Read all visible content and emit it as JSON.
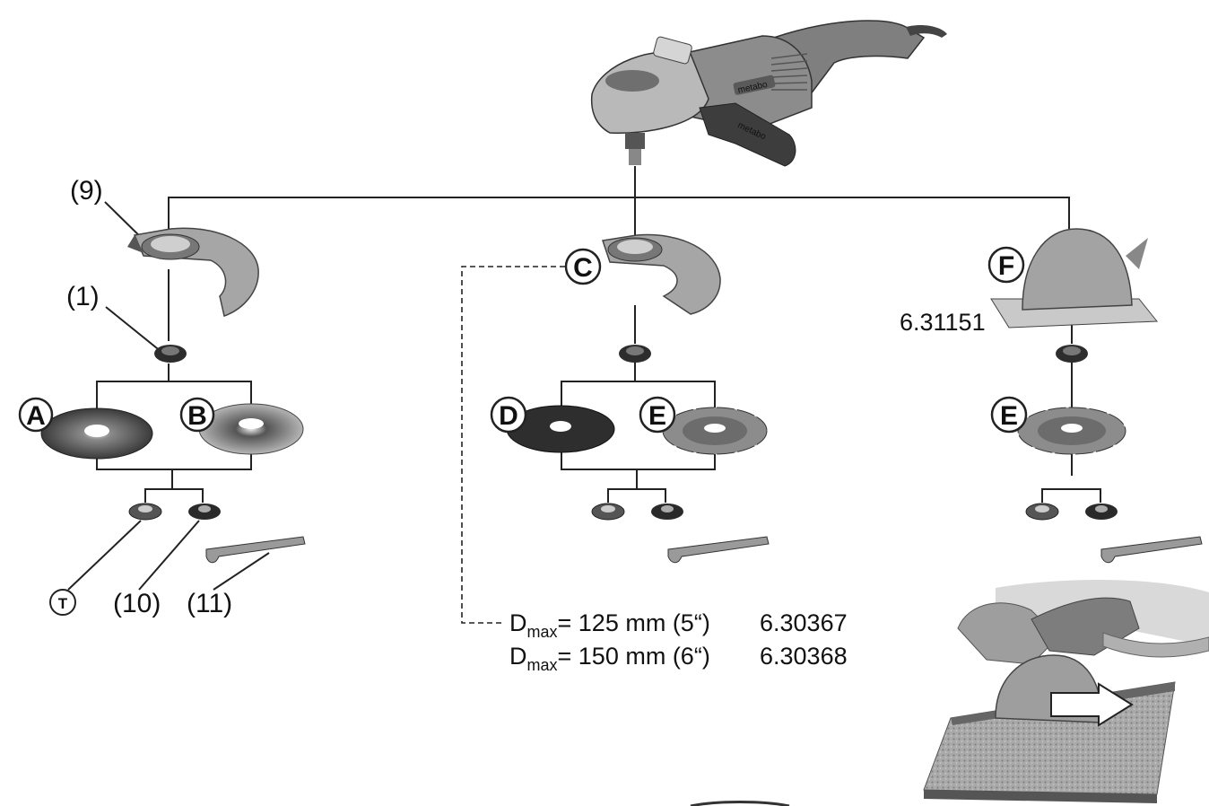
{
  "callouts": {
    "guard_label": "(9)",
    "flange_label": "(1)",
    "nut_label": "(10)",
    "wrench_label": "(11)",
    "t_label": "T"
  },
  "letters": {
    "a": "A",
    "b": "B",
    "c": "C",
    "d": "D",
    "e1": "E",
    "e2": "E",
    "f": "F"
  },
  "part_numbers": {
    "cutting_hood": "6.31151"
  },
  "specs": [
    {
      "prefix": "D",
      "sub": "max",
      "text": "= 125 mm (5“)",
      "code": "6.30367"
    },
    {
      "prefix": "D",
      "sub": "max",
      "text": "= 150 mm (6“)",
      "code": "6.30368"
    }
  ],
  "brand_on_tool": "metabo",
  "colors": {
    "line": "#222222",
    "tool_body": "#8a8a8a",
    "guard": "#a8a8a8",
    "disc_dark": "#2a2a2a",
    "stone": "#9a9a9a"
  }
}
